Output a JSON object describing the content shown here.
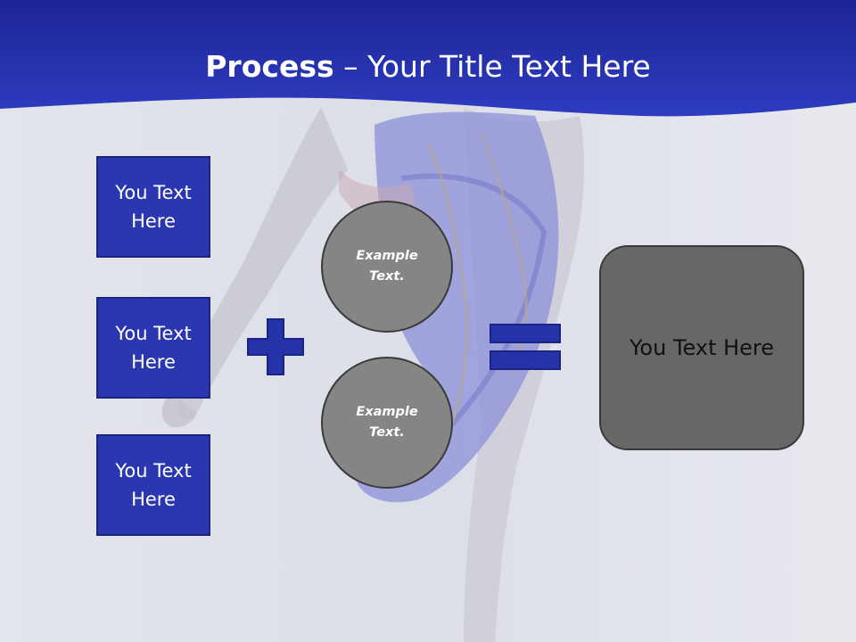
{
  "slide": {
    "title_bold": "Process",
    "title_rest": " – Your Title Text Here"
  },
  "left_boxes": [
    {
      "text": "You Text Here"
    },
    {
      "text": "You Text Here"
    },
    {
      "text": "You Text Here"
    }
  ],
  "circles": [
    {
      "text": "Example Text."
    },
    {
      "text": "Example Text."
    }
  ],
  "result_box": {
    "text": "You Text Here"
  },
  "colors": {
    "header_blue": "#2633b0",
    "box_blue": "#2b37b0",
    "symbol_blue": "#2633a8",
    "circle_gray": "#858585",
    "result_gray": "#676767",
    "background": "#e6e8ef"
  }
}
